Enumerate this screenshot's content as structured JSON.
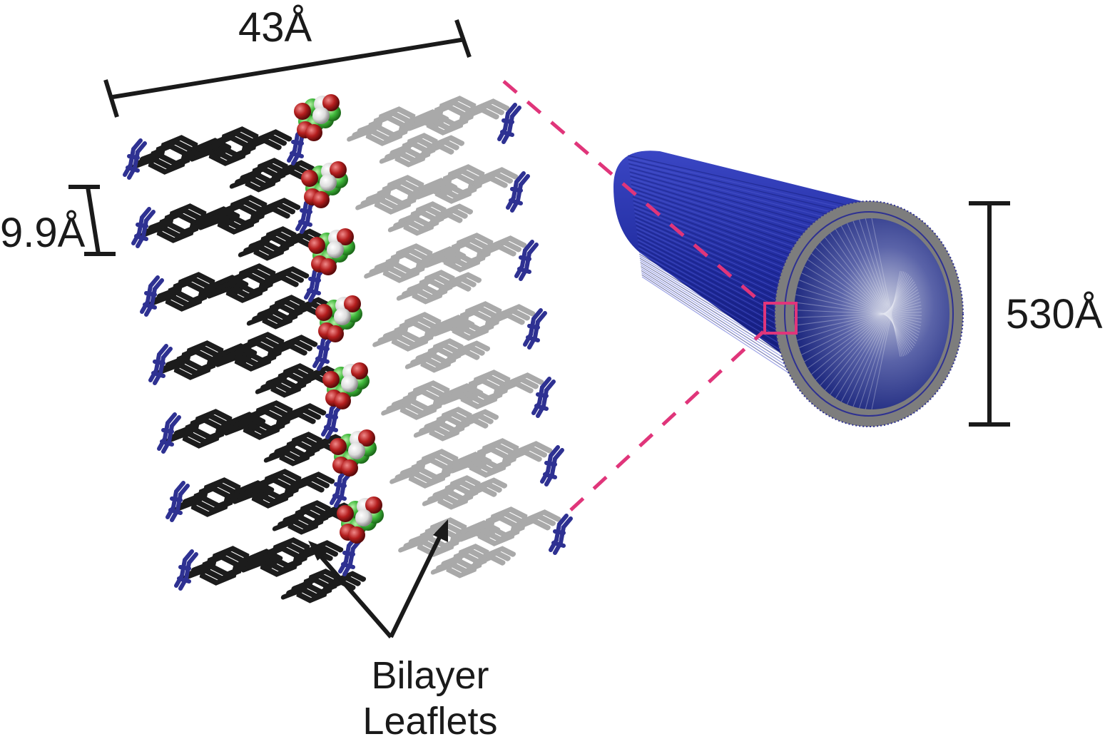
{
  "labels": {
    "width_dimension": "43Å",
    "spacing_dimension": "9.9Å",
    "tube_diameter": "530Å",
    "leaflets_line1": "Bilayer",
    "leaflets_line2": "Leaflets"
  },
  "colors": {
    "dark_leaflet": "#1c1c1c",
    "light_leaflet": "#a9a9a9",
    "headgroup_blue": "#2e3192",
    "tube_blue": "#1f2a9c",
    "tube_wall_gray": "#808080",
    "highlight_pink": "#e0357a",
    "sphere_green": "#3fb83a",
    "sphere_red": "#b41e1e",
    "sphere_white": "#e8e8e8",
    "annotation_black": "#1a1a1a"
  }
}
